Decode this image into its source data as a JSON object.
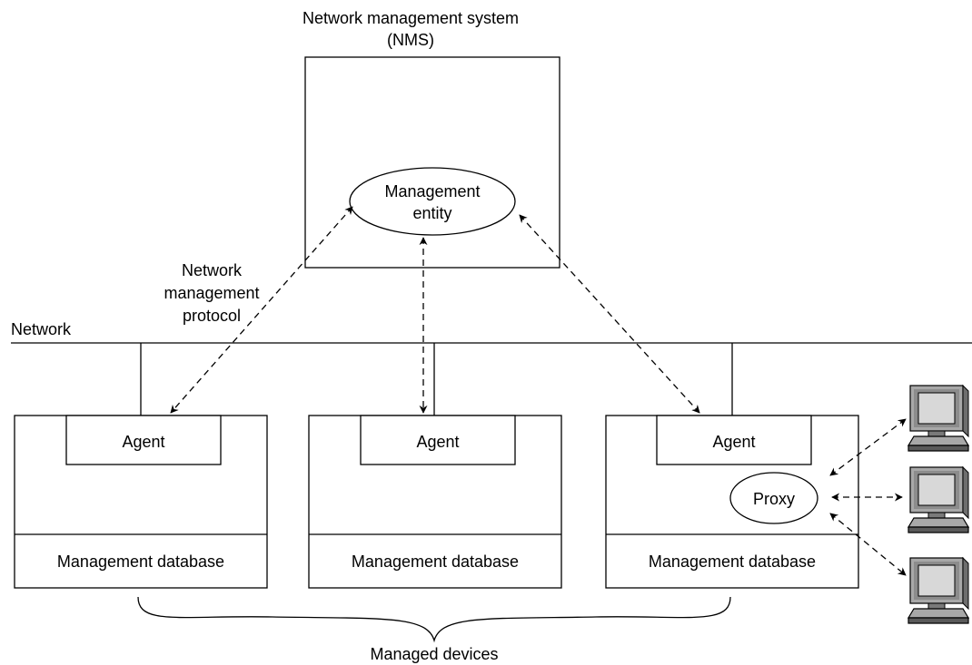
{
  "nms": {
    "title_line1": "Network management system",
    "title_line2": "(NMS)",
    "entity_line1": "Management",
    "entity_line2": "entity"
  },
  "protocol": {
    "line1": "Network",
    "line2": "management",
    "line3": "protocol"
  },
  "network_label": "Network",
  "devices": [
    {
      "agent": "Agent",
      "database": "Management database"
    },
    {
      "agent": "Agent",
      "database": "Management database"
    },
    {
      "agent": "Agent",
      "database": "Management database",
      "proxy": "Proxy"
    }
  ],
  "managed_devices_label": "Managed devices",
  "colors": {
    "stroke": "#000000",
    "background": "#ffffff",
    "computer_gray": "#a8a8a8",
    "computer_dark": "#5a5a5a"
  },
  "icons": [
    "computer-icon",
    "computer-icon",
    "computer-icon"
  ]
}
